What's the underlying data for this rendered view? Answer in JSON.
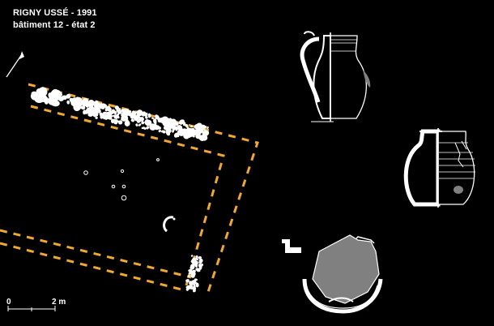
{
  "header": {
    "line1": "RIGNY USSÉ - 1991",
    "line2": "bâtiment 12 - état 2"
  },
  "scale_bar": {
    "start_label": "0",
    "end_label": "2 m"
  },
  "colors": {
    "background": "#000000",
    "wall_dashes": "#f0a830",
    "stones": "#ffffff",
    "sherd_fill": "#808080"
  },
  "icons": {
    "north_arrow": "north-arrow-icon"
  }
}
